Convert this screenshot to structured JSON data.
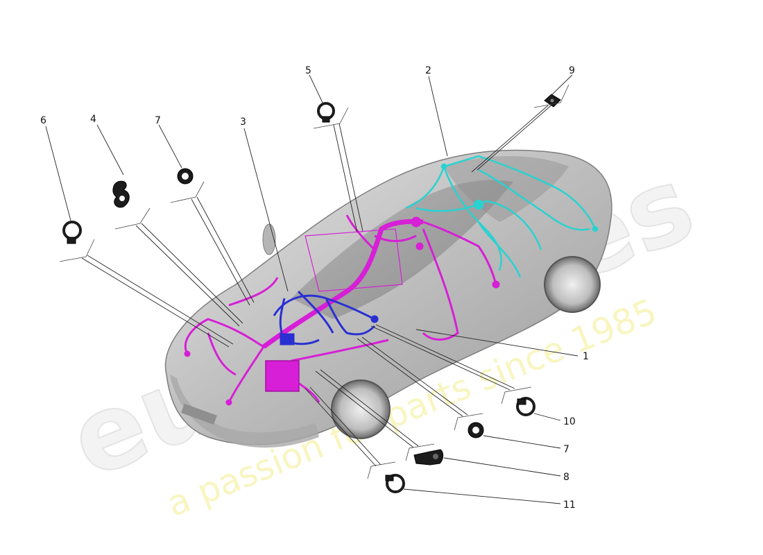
{
  "watermark": {
    "brand": "eurospares",
    "tagline": "a passion for parts since 1985"
  },
  "callouts": [
    {
      "id": "c1",
      "number": "1"
    },
    {
      "id": "c2",
      "number": "2"
    },
    {
      "id": "c3",
      "number": "3"
    },
    {
      "id": "c4",
      "number": "4"
    },
    {
      "id": "c5",
      "number": "5"
    },
    {
      "id": "c6",
      "number": "6"
    },
    {
      "id": "c7a",
      "number": "7"
    },
    {
      "id": "c7b",
      "number": "7"
    },
    {
      "id": "c8",
      "number": "8"
    },
    {
      "id": "c9",
      "number": "9"
    },
    {
      "id": "c10",
      "number": "10"
    },
    {
      "id": "c11",
      "number": "11"
    }
  ],
  "colors": {
    "harness_1": "#d61fd6",
    "harness_2": "#2ad1d1",
    "harness_3": "#2a2fd1",
    "car_body": "#c9c9c9",
    "part_black": "#1c1c1c"
  },
  "icons": {
    "part_5": "cable-clip-icon",
    "part_6": "cable-clip-icon",
    "part_7": "cable-tie-clip-icon",
    "part_4": "double-clip-icon",
    "part_8": "bracket-clip-icon",
    "part_9": "grommet-pad-icon",
    "part_10": "cable-clip-icon",
    "part_11": "cable-clip-icon"
  }
}
